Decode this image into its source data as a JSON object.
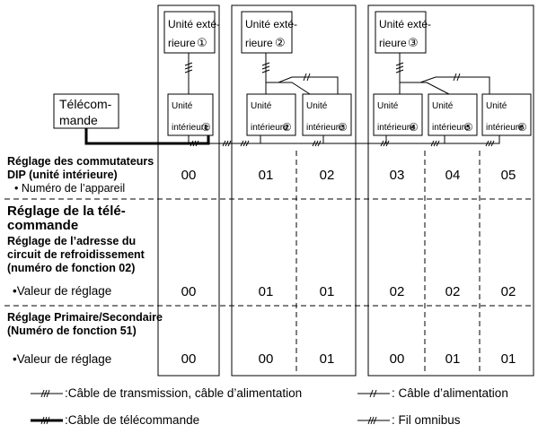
{
  "outdoor_units": [
    {
      "line1": "Unité exté-",
      "line2": "rieure",
      "num": "①"
    },
    {
      "line1": "Unité exté-",
      "line2": "rieure",
      "num": "②"
    },
    {
      "line1": "Unité exté-",
      "line2": "rieure",
      "num": "③"
    }
  ],
  "indoor_units": [
    {
      "line1": "Unité",
      "line2": "intérieure",
      "num": "①"
    },
    {
      "line1": "Unité",
      "line2": "intérieure",
      "num": "②"
    },
    {
      "line1": "Unité",
      "line2": "intérieure",
      "num": "③"
    },
    {
      "line1": "Unité",
      "line2": "intérieure",
      "num": "④"
    },
    {
      "line1": "Unité",
      "line2": "intérieure",
      "num": "⑤"
    },
    {
      "line1": "Unité",
      "line2": "intérieure",
      "num": "⑥"
    }
  ],
  "remote": {
    "line1": "Télécom-",
    "line2": "mande"
  },
  "sections": {
    "dip": {
      "title_line1": "Réglage des commutateurs",
      "title_line2": "DIP (unité intérieure)",
      "item": "• Numéro de l’appareil",
      "values": [
        "00",
        "01",
        "02",
        "03",
        "04",
        "05"
      ]
    },
    "remote_setting": {
      "title_line1": "Réglage de la télé-",
      "title_line2": "commande",
      "sub_line1": "Réglage de l’adresse du",
      "sub_line2": "circuit de refroidissement",
      "sub_line3": "(numéro de fonction 02)",
      "item": "•Valeur de réglage",
      "values": [
        "00",
        "01",
        "01",
        "02",
        "02",
        "02"
      ]
    },
    "primary": {
      "title_line1": "Réglage Primaire/Secondaire",
      "title_line2": "(Numéro de fonction 51)",
      "item": "•Valeur de réglage",
      "values": [
        "00",
        "00",
        "01",
        "00",
        "01",
        "01"
      ]
    }
  },
  "legend": {
    "transmission_power": ":Câble de transmission, câble d’alimentation",
    "power": ": Câble d’alimentation",
    "remote_cable": ":Câble de télécommande",
    "bus": ": Fil omnibus"
  }
}
